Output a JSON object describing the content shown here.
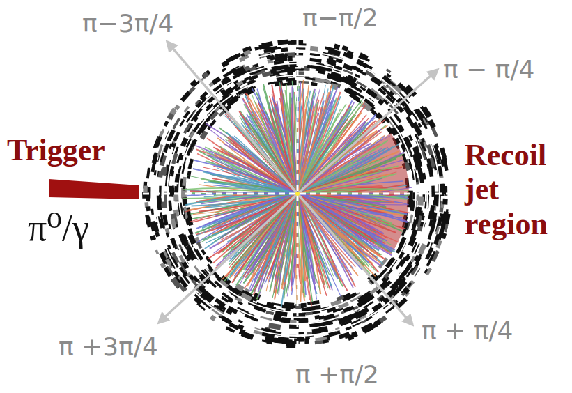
{
  "diagram": {
    "labels": [
      "π−3π/4",
      "π−π/2",
      "π − π/4",
      "Trigger",
      "π⁰/γ",
      "Recoil jet region",
      "π + π/4",
      "π +3π/4",
      "π +π/2"
    ]
  }
}
